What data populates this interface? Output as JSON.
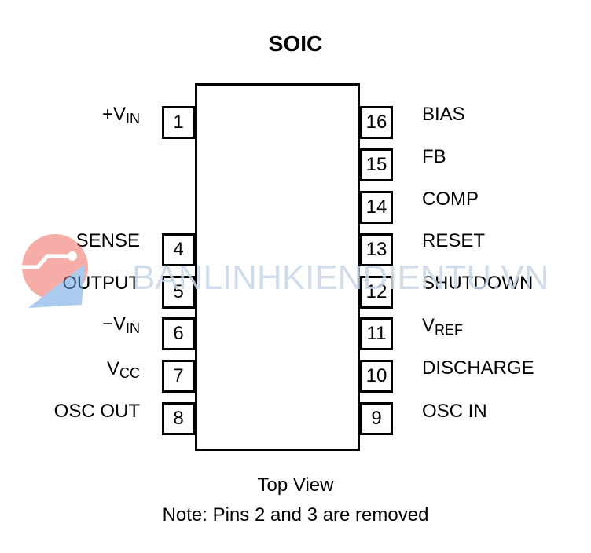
{
  "title": "SOIC",
  "caption": {
    "view": "Top View",
    "note": "Note:  Pins 2 and 3 are removed"
  },
  "watermark": {
    "text": "BANLINHKIENDIENTU.VN",
    "color": "#c9d6e8",
    "logo_colors": [
      "#f26b60",
      "#6aa0e0"
    ]
  },
  "pins_left": [
    {
      "num": "1",
      "label_main": "+V",
      "label_sub": "IN"
    },
    {
      "num": "4",
      "label_main": "SENSE",
      "label_sub": ""
    },
    {
      "num": "5",
      "label_main": "OUTPUT",
      "label_sub": ""
    },
    {
      "num": "6",
      "label_main": "−V",
      "label_sub": "IN"
    },
    {
      "num": "7",
      "label_main": "V",
      "label_sub": "CC"
    },
    {
      "num": "8",
      "label_main": "OSC OUT",
      "label_sub": ""
    }
  ],
  "pins_right": [
    {
      "num": "16",
      "label_main": "BIAS",
      "label_sub": ""
    },
    {
      "num": "15",
      "label_main": "FB",
      "label_sub": ""
    },
    {
      "num": "14",
      "label_main": "COMP",
      "label_sub": ""
    },
    {
      "num": "13",
      "label_main": "RESET",
      "label_sub": ""
    },
    {
      "num": "12",
      "label_main": "SHUTDOWN",
      "label_sub": ""
    },
    {
      "num": "11",
      "label_main": "V",
      "label_sub": "REF"
    },
    {
      "num": "10",
      "label_main": "DISCHARGE",
      "label_sub": ""
    },
    {
      "num": "9",
      "label_main": "OSC IN",
      "label_sub": ""
    }
  ]
}
